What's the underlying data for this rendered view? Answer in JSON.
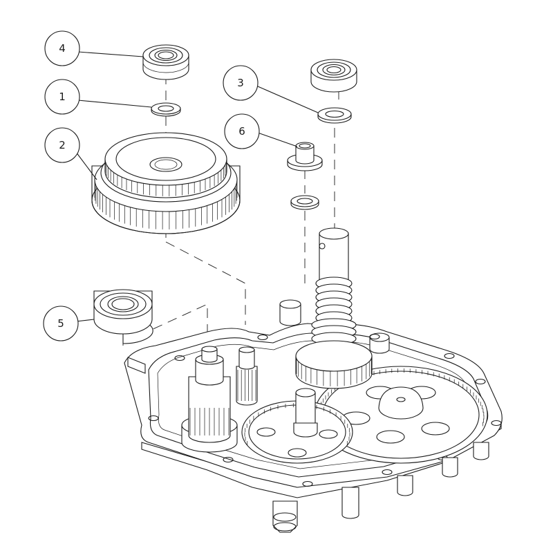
{
  "callouts": [
    {
      "id": "c4",
      "label": "4"
    },
    {
      "id": "c1",
      "label": "1"
    },
    {
      "id": "c2",
      "label": "2"
    },
    {
      "id": "c3",
      "label": "3"
    },
    {
      "id": "c6",
      "label": "6"
    },
    {
      "id": "c5",
      "label": "5"
    }
  ],
  "colors": {
    "line": "#1a1a1a",
    "background": "#ffffff"
  }
}
